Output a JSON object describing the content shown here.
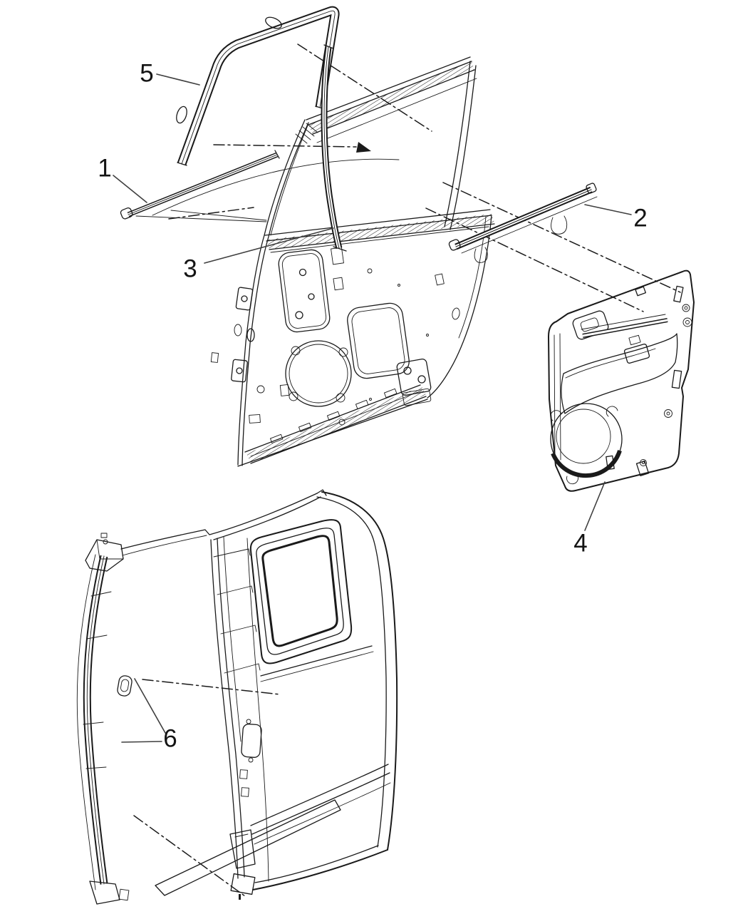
{
  "figure": {
    "background_color": "#ffffff",
    "line_color": "#1a1a1a",
    "leader_color": "#3f3f3f"
  },
  "callouts": [
    {
      "label": "1"
    },
    {
      "label": "2"
    },
    {
      "label": "3"
    },
    {
      "label": "4"
    },
    {
      "label": "5"
    },
    {
      "label": "6"
    }
  ]
}
